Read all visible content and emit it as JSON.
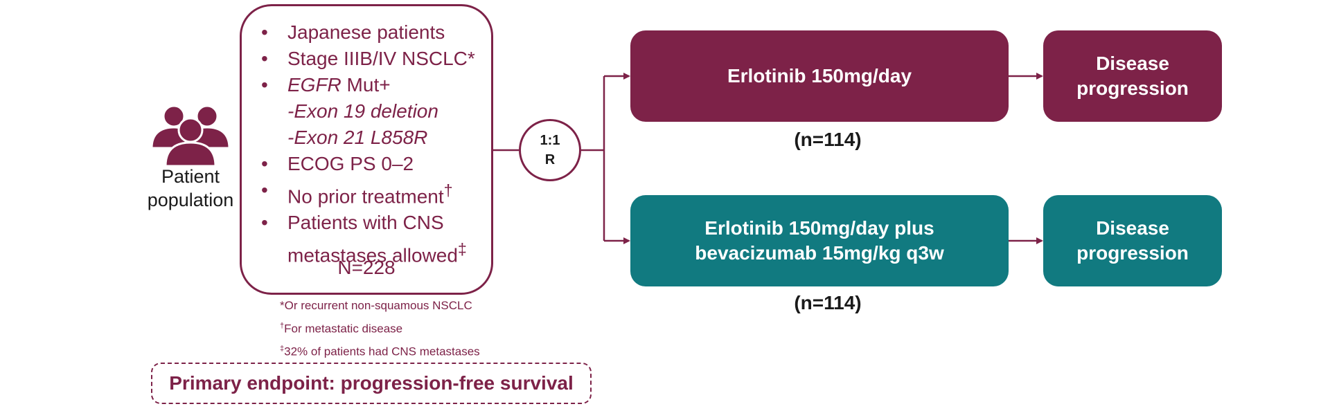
{
  "population": {
    "label_line1": "Patient",
    "label_line2": "population",
    "criteria": {
      "c1": "Japanese patients",
      "c2": "Stage IIIB/IV NSCLC*",
      "c3_gene": "EGFR",
      "c3_rest": " Mut+",
      "c3_sub1": "-Exon 19 deletion",
      "c3_sub2": "-Exon 21 L858R",
      "c4": "ECOG PS 0–2",
      "c5": "No prior treatment",
      "c5_mark": "†",
      "c6_line1": "Patients with CNS",
      "c6_line2": "metastases allowed",
      "c6_mark": "‡"
    },
    "total_n": "N=228",
    "bullet": "•"
  },
  "footnotes": {
    "f1": "*Or recurrent non-squamous NSCLC",
    "f2_mark": "†",
    "f2": "For metastatic disease",
    "f3_mark": "‡",
    "f3": "32% of patients had CNS metastases"
  },
  "randomization": {
    "ratio": "1:1",
    "label": "R"
  },
  "arms": {
    "arm1": {
      "treatment": "Erlotinib 150mg/day",
      "n": "(n=114)",
      "outcome_line1": "Disease",
      "outcome_line2": "progression"
    },
    "arm2": {
      "treatment_line1": "Erlotinib 150mg/day plus",
      "treatment_line2": "bevacizumab 15mg/kg q3w",
      "n": "(n=114)",
      "outcome_line1": "Disease",
      "outcome_line2": "progression"
    }
  },
  "endpoint": "Primary endpoint: progression-free survival",
  "colors": {
    "maroon": "#7d2248",
    "teal": "#117a80",
    "text": "#1a1a1a"
  },
  "icons": {
    "population": "people-group-icon",
    "arrow": "arrow-right-icon"
  }
}
